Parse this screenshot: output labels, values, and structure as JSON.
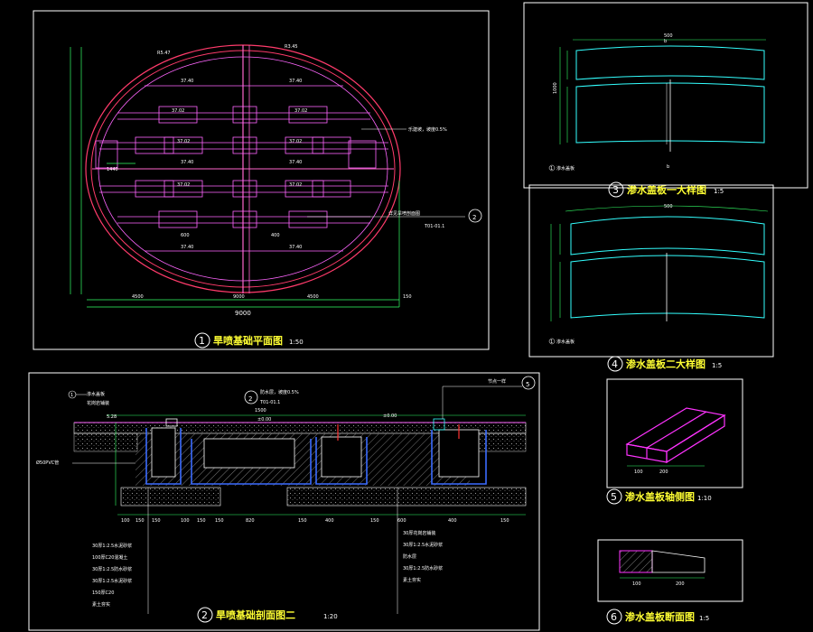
{
  "colors": {
    "background": "#000000",
    "frame": "#ffffff",
    "outline": "#ff66ff",
    "oval": "#ff3b6b",
    "axis": "#ff66cc",
    "dim": "#33ff66",
    "edge": "#33ffff",
    "pipe": "#3b6bff",
    "label": "#ffff33"
  },
  "drawing_1": {
    "number": "1",
    "title": "旱喷基础平面图",
    "scale": "1:50",
    "bottom_dim": "9000",
    "elevations": [
      "37.40",
      "37.40",
      "37.40",
      "37.40",
      "37.40",
      "37.40"
    ],
    "pit_labels": [
      "37.02",
      "37.02",
      "37.02",
      "37.02",
      "37.02",
      "37.02"
    ],
    "note_leader": "乐建坡，坡度0.5%",
    "note_section": "详见旱喷剖面图",
    "ref_number": "2",
    "ref_code": "T01-01.1"
  },
  "drawing_2": {
    "number": "2",
    "title": "旱喷基础剖面图二",
    "scale": "1:20",
    "ref_number": "2",
    "ref_code": "T01-01.1",
    "ref_number_5": "5",
    "left_tag": "1",
    "center_dim": "1500",
    "center_elev": "±0.00",
    "note_top": "防水层，坡度0.5%",
    "note_right": "节点一样",
    "layers_left": [
      "30厚1:2.5水泥砂浆",
      "100厚C20混凝土",
      "30厚1:2.5防水砂浆",
      "30厚1:2.5水泥砂浆",
      "150厚C20",
      "素土夯实"
    ],
    "layers_right": [
      "30厚花岗岩铺装",
      "30厚1:2.5水泥砂浆",
      "防水层",
      "30厚1:2.5防水砂浆",
      "素土夯实"
    ]
  },
  "drawing_3": {
    "number": "3",
    "title": "渗水盖板一大样图",
    "scale": "1:5",
    "top_dim": "500",
    "tag": "1",
    "tag_text": "渗水盖板",
    "section_mark": "b"
  },
  "drawing_4": {
    "number": "4",
    "title": "渗水盖板二大样图",
    "scale": "1:5",
    "top_dim": "500",
    "tag": "1",
    "tag_text": "渗水盖板"
  },
  "drawing_5": {
    "number": "5",
    "title": "渗水盖板轴侧图",
    "scale": "1:10",
    "dims": [
      "100",
      "200"
    ]
  },
  "drawing_6": {
    "number": "6",
    "title": "渗水盖板断面图",
    "scale": "1:5",
    "dims": [
      "100",
      "200"
    ]
  }
}
